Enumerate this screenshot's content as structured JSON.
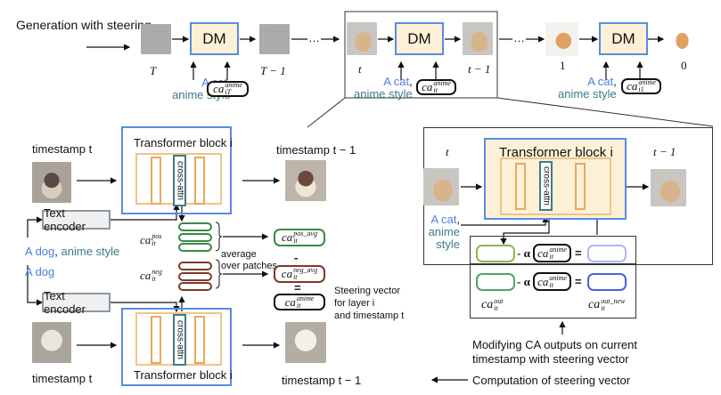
{
  "top_row": {
    "intro_label": "Generation with steering",
    "dm_label": "DM",
    "ellipsis": "…",
    "timesteps": [
      "T",
      "T − 1",
      "t",
      "t − 1",
      "1",
      "0"
    ],
    "prompt_object": "A cat",
    "prompt_comma": ",",
    "prompt_style": "anime style",
    "steering_symbol_base": "ca",
    "steering_sups": [
      "anime",
      "anime",
      "anime"
    ],
    "steering_subs": [
      "iT",
      "it",
      "i1"
    ]
  },
  "left_panel": {
    "timestamp_t": "timestamp t",
    "timestamp_t_minus_1": "timestamp t − 1",
    "transformer_label": "Transformer block i",
    "cross_attn_label": "cross-attn",
    "text_encoder_label": "Text encoder",
    "prompt_pos_object": "A dog",
    "prompt_pos_comma": ",",
    "prompt_pos_style": "anime style",
    "prompt_neg": "A dog",
    "ca_pos": {
      "base": "ca",
      "sup": "pos",
      "sub": "it"
    },
    "ca_neg": {
      "base": "ca",
      "sup": "neg",
      "sub": "it"
    },
    "average_label_line1": "average",
    "average_label_line2": "over patches",
    "ca_pos_avg": {
      "base": "ca",
      "sup": "pos_avg",
      "sub": "it"
    },
    "minus_sign": "-",
    "ca_neg_avg": {
      "base": "ca",
      "sup": "neg_avg",
      "sub": "it"
    },
    "equals_sign": "=",
    "ca_anime": {
      "base": "ca",
      "sup": "anime",
      "sub": "it"
    },
    "steering_caption_line1": "Steering vector",
    "steering_caption_line2": "for layer i",
    "steering_caption_line3": "and timestamp t"
  },
  "right_panel": {
    "t_label": "t",
    "t_minus_1_label": "t − 1",
    "transformer_label": "Transformer block i",
    "cross_attn_label": "cross-attn",
    "prompt_object": "A cat",
    "prompt_comma": ",",
    "prompt_style_line1": "anime",
    "prompt_style_line2": "style",
    "minus_alpha": "- α",
    "equals_sign": "=",
    "ca_anime": {
      "base": "ca",
      "sup": "anime",
      "sub": "it"
    },
    "ca_out": {
      "base": "ca",
      "sup": "out",
      "sub": "it"
    },
    "ca_out_new": {
      "base": "ca",
      "sup": "out_new",
      "sub": "it"
    }
  },
  "captions": {
    "modifying_line1": "Modifying CA outputs on current",
    "modifying_line2": "timestamp with steering vector",
    "computation": "Computation of steering vector"
  },
  "colors": {
    "dm_fill": "#fcf1d6",
    "block_border": "#5b8ae6",
    "inner_border": "#f0c487",
    "layer_border": "#e8a95a",
    "cross_attn_border": "#3e7b85",
    "pos_green": "#3a8a45",
    "neg_brown": "#7a3a2a",
    "prompt_blue": "#4a7fe0",
    "style_teal": "#3e7b85",
    "panel_gray": "#ededed"
  }
}
